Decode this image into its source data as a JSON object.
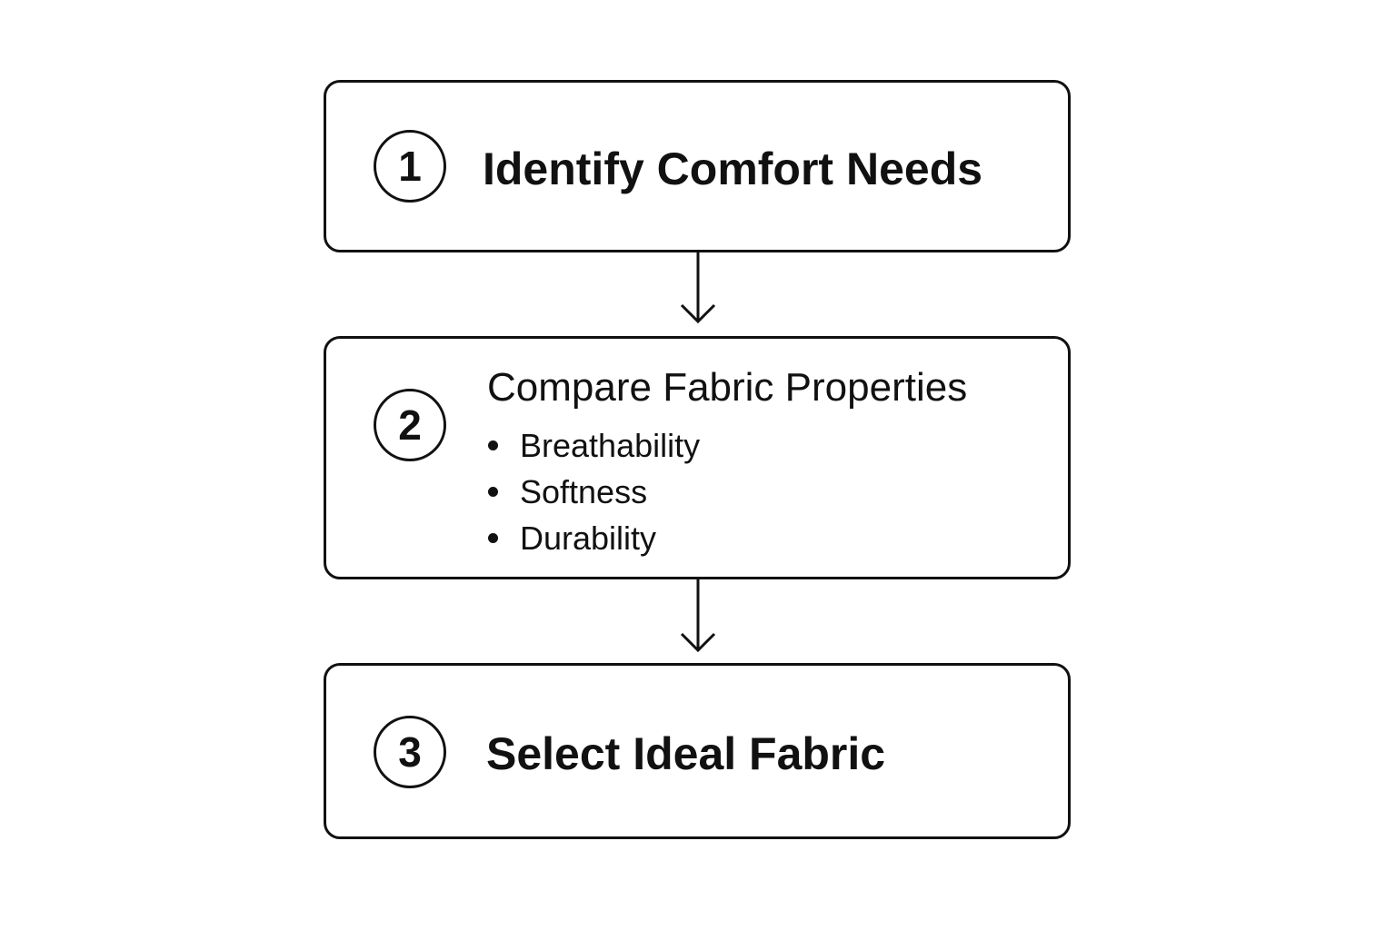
{
  "steps": [
    {
      "number": "1",
      "title": "Identify Comfort Needs"
    },
    {
      "number": "2",
      "title": "Compare Fabric Properties",
      "bullets": [
        "Breathability",
        "Softness",
        "Durability"
      ]
    },
    {
      "number": "3",
      "title": "Select Ideal Fabric"
    }
  ],
  "colors": {
    "stroke": "#111111",
    "background": "#ffffff"
  }
}
